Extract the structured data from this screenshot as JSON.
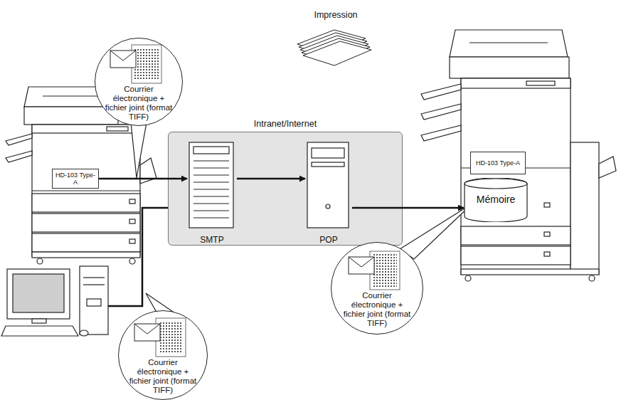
{
  "diagram": {
    "nodes": [
      {
        "text": [
          "Courrier électronique + fichier joint (format TIFF)"
        ]
      },
      {
        "text": [
          "HD-103 Type-A"
        ]
      },
      {
        "text": [
          "Intranet/Internet"
        ]
      },
      {
        "text": [
          "SMTP"
        ],
        "in": 2
      },
      {
        "text": [
          "POP"
        ],
        "in": 2
      },
      {
        "text": [
          "HD-103 Type-A"
        ]
      },
      {
        "text": [
          "Mémoire"
        ]
      },
      {
        "text": [
          "Courrier électronique + fichier joint (format TIFF)"
        ]
      },
      {
        "text": [
          "Courrier électronique + fichier joint (format TIFF)"
        ]
      }
    ],
    "edges": [
      {
        "from": 1,
        "to": 3,
        "arrow": "to"
      },
      {
        "from": 3,
        "to": 4,
        "arrow": "to"
      },
      {
        "from": 4,
        "to": 6,
        "arrow": "to"
      }
    ],
    "labels": [
      "Impression"
    ]
  }
}
